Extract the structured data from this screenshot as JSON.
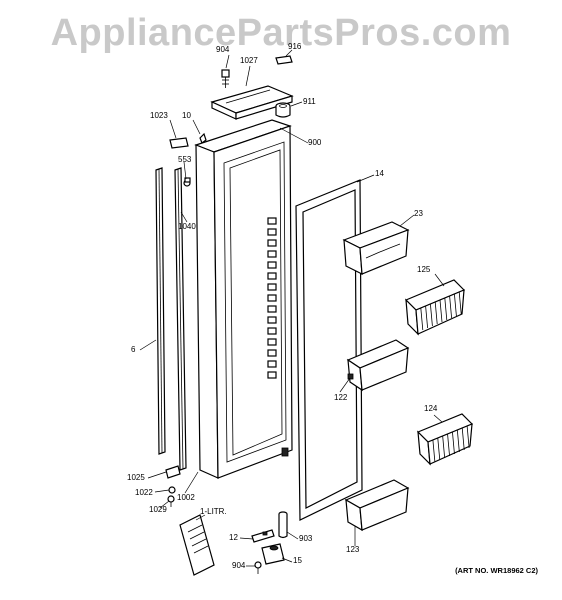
{
  "watermark": "AppliancePartsPros.com",
  "art_number": "(ART NO. WR18962 C2)",
  "callouts": [
    "904",
    "1027",
    "916",
    "911",
    "1023",
    "10",
    "900",
    "553",
    "14",
    "23",
    "1040",
    "125",
    "6",
    "122",
    "124",
    "1025",
    "1022",
    "1029",
    "1002",
    "1-LITR.",
    "12",
    "903",
    "123",
    "904",
    "15"
  ]
}
